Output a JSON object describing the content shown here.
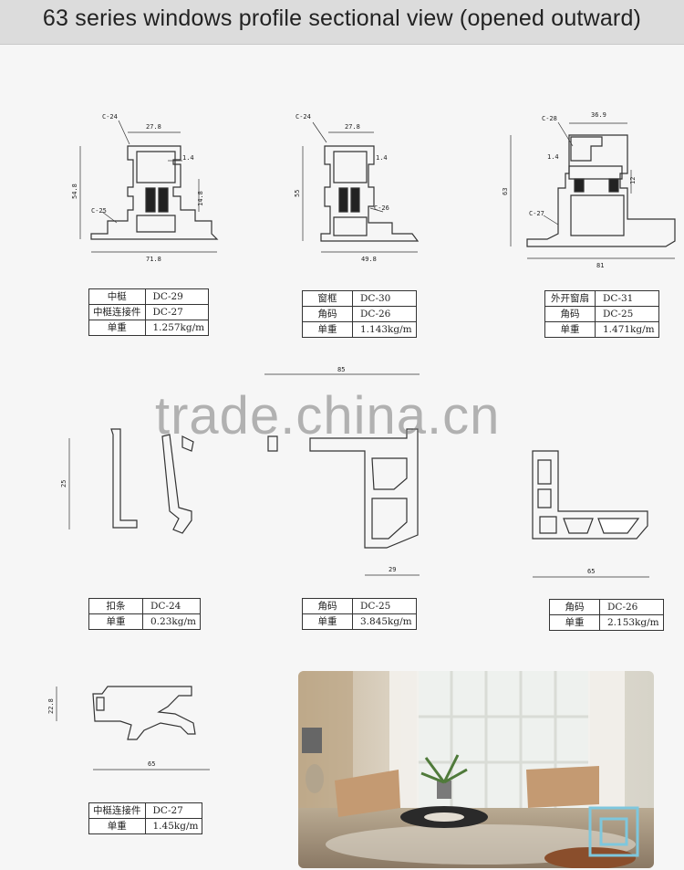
{
  "title": "63 series windows profile sectional view (opened outward)",
  "watermark": "trade.china.cn",
  "drawings": {
    "d1": {
      "code_top": "C-24",
      "code_bottom": "C-25",
      "dim_top": "27.8",
      "dim_height": "54.8",
      "dim_small": "1.4",
      "dim_inner": "14.8",
      "dim_width": "71.8"
    },
    "d2": {
      "code_top": "C-24",
      "code_bottom": "C-26",
      "dim_top": "27.8",
      "dim_height": "55",
      "dim_small": "1.4",
      "dim_width": "49.8"
    },
    "d3": {
      "code_top": "C-28",
      "code_bottom": "C-27",
      "dim_top": "36.9",
      "dim_height": "63",
      "dim_small": "1.4",
      "dim_inner": "12",
      "dim_width": "81"
    },
    "d4": {
      "dim_height": "25"
    },
    "d5": {
      "dim_top": "85",
      "dim_bottom": "29"
    },
    "d6": {
      "dim_bottom": "65"
    },
    "d7": {
      "dim_height": "22.8",
      "dim_bottom": "65"
    }
  },
  "tables": {
    "t1": [
      [
        "中梃",
        "DC-29"
      ],
      [
        "中梃连接件",
        "DC-27"
      ],
      [
        "单重",
        "1.257kg/m"
      ]
    ],
    "t2": [
      [
        "窗框",
        "DC-30"
      ],
      [
        "角码",
        "DC-26"
      ],
      [
        "单重",
        "1.143kg/m"
      ]
    ],
    "t3": [
      [
        "外开窗扇",
        "DC-31"
      ],
      [
        "角码",
        "DC-25"
      ],
      [
        "单重",
        "1.471kg/m"
      ]
    ],
    "t4": [
      [
        "扣条",
        "DC-24"
      ],
      [
        "单重",
        "0.23kg/m"
      ]
    ],
    "t5": [
      [
        "角码",
        "DC-25"
      ],
      [
        "单重",
        "3.845kg/m"
      ]
    ],
    "t6": [
      [
        "角码",
        "DC-26"
      ],
      [
        "单重",
        "2.153kg/m"
      ]
    ],
    "t7": [
      [
        "中梃连接件",
        "DC-27"
      ],
      [
        "单重",
        "1.45kg/m"
      ]
    ]
  }
}
